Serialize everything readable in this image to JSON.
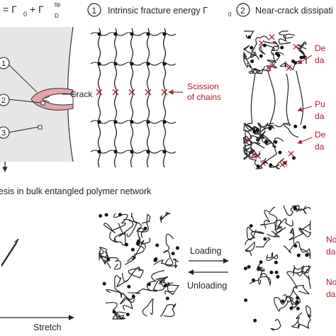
{
  "header": {
    "equation_eq": "= Γ",
    "equation_sub0": "0",
    "equation_plus": "+ Γ",
    "equation_sup": "tip",
    "equation_subD": "D",
    "step1_number": "1",
    "step1_label": "Intrinsic fracture energy Γ",
    "step1_sub": "0",
    "step2_number": "2",
    "step2_label": "Near-crack dissipati"
  },
  "left_panel": {
    "crack_label": "Crack",
    "marker_1": "1",
    "marker_2": "2",
    "marker_3": "3"
  },
  "middle_panel": {
    "annotation_line1": "Scission",
    "annotation_line2": "of chains"
  },
  "right_panel": {
    "top_line1": "De",
    "top_line2": "da",
    "mid_line1": "Pu",
    "mid_line2": "da",
    "bot_line1": "De",
    "bot_line2": "da"
  },
  "bottom_section": {
    "title": "esis in bulk entangled polymer network",
    "loading": "Loading",
    "unloading": "Unloading",
    "x_axis": "Stretch",
    "right_top_line1": "No",
    "right_top_line2": "da",
    "right_bot_line1": "No",
    "right_bot_line2": "da"
  },
  "colors": {
    "accent_red": "#a8202c",
    "crack_pink": "#e8a3ab",
    "stroke": "#222222"
  }
}
